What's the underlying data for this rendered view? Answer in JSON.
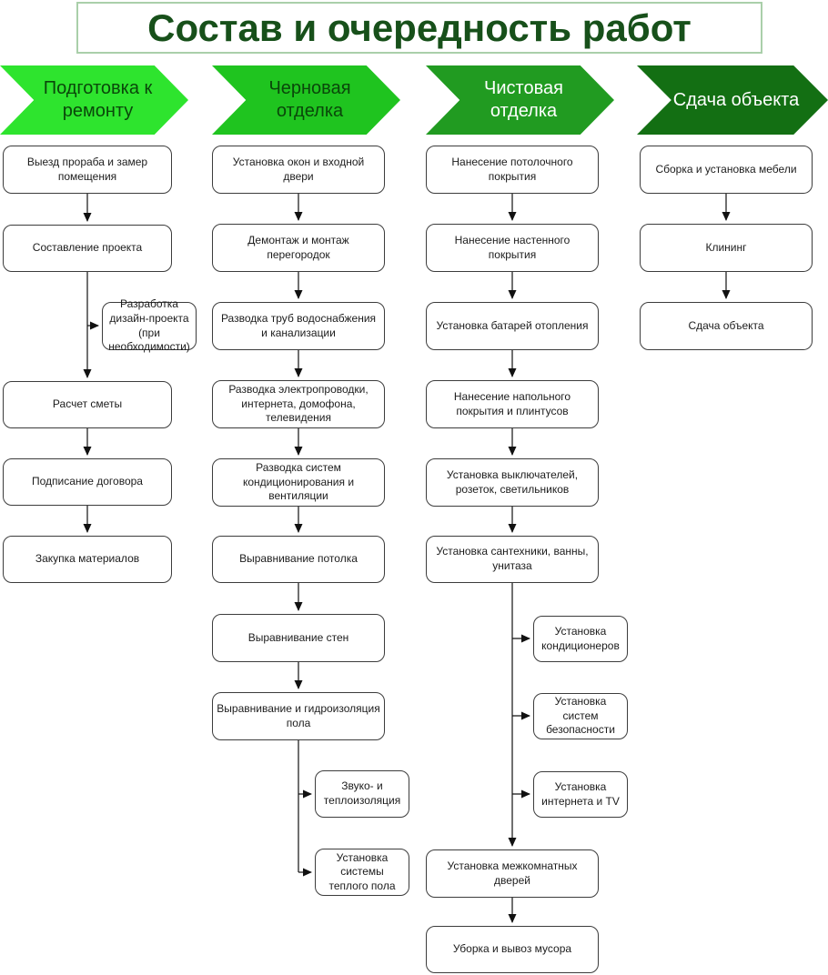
{
  "title": "Состав и очередность работ",
  "colors": {
    "title_text": "#17501a",
    "title_border": "#aacfaa",
    "stage1_fill": "#2ee42e",
    "stage2_fill": "#1fc41f",
    "stage3_fill": "#219b21",
    "stage4_fill": "#136f13",
    "stage12_text": "#0a470a",
    "stage34_text": "#ffffff",
    "node_border": "#3c3c3c",
    "connector": "#111111"
  },
  "stages": [
    {
      "label": "Подготовка к ремонту",
      "nodes": [
        {
          "label": "Выезд прораба и замер помещения"
        },
        {
          "label": "Составление проекта"
        },
        {
          "label": "Разработка дизайн-проекта (при необходимости)"
        },
        {
          "label": "Расчет сметы"
        },
        {
          "label": "Подписание договора"
        },
        {
          "label": "Закупка материалов"
        }
      ]
    },
    {
      "label": "Черновая отделка",
      "nodes": [
        {
          "label": "Установка окон и входной двери"
        },
        {
          "label": "Демонтаж и монтаж перегородок"
        },
        {
          "label": "Разводка труб водоснабжения и канализации"
        },
        {
          "label": "Разводка электропроводки, интернета, домофона, телевидения"
        },
        {
          "label": "Разводка систем кондиционирования и вентиляции"
        },
        {
          "label": "Выравнивание потолка"
        },
        {
          "label": "Выравнивание стен"
        },
        {
          "label": "Выравнивание и гидроизоляция пола"
        },
        {
          "label": "Звуко- и теплоизоляция"
        },
        {
          "label": "Установка системы теплого пола"
        }
      ]
    },
    {
      "label": "Чистовая отделка",
      "nodes": [
        {
          "label": "Нанесение потолочного покрытия"
        },
        {
          "label": "Нанесение настенного покрытия"
        },
        {
          "label": "Установка батарей отопления"
        },
        {
          "label": "Нанесение напольного покрытия и плинтусов"
        },
        {
          "label": "Установка выключателей, розеток, светильников"
        },
        {
          "label": "Установка сантехники, ванны, унитаза"
        },
        {
          "label": "Установка кондиционеров"
        },
        {
          "label": "Установка систем безопасности"
        },
        {
          "label": "Установка интернета и TV"
        },
        {
          "label": "Установка межкомнатных дверей"
        },
        {
          "label": "Уборка и вывоз мусора"
        }
      ]
    },
    {
      "label": "Сдача объекта",
      "nodes": [
        {
          "label": "Сборка и установка мебели"
        },
        {
          "label": "Клининг"
        },
        {
          "label": "Сдача объекта"
        }
      ]
    }
  ]
}
